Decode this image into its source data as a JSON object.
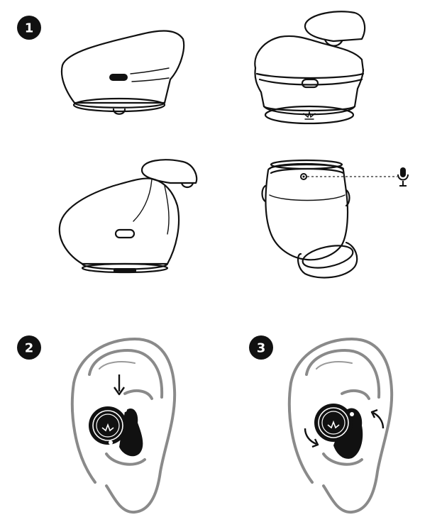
{
  "steps": [
    {
      "number": "1"
    },
    {
      "number": "2"
    },
    {
      "number": "3"
    }
  ],
  "colors": {
    "ink": "#111111",
    "ear_outline": "#8a8a8a",
    "badge": "#111111",
    "background": "#ffffff"
  },
  "icons": [
    "microphone-icon",
    "arrow-down-icon",
    "rotate-arrow-icon",
    "brand-logo-icon"
  ]
}
